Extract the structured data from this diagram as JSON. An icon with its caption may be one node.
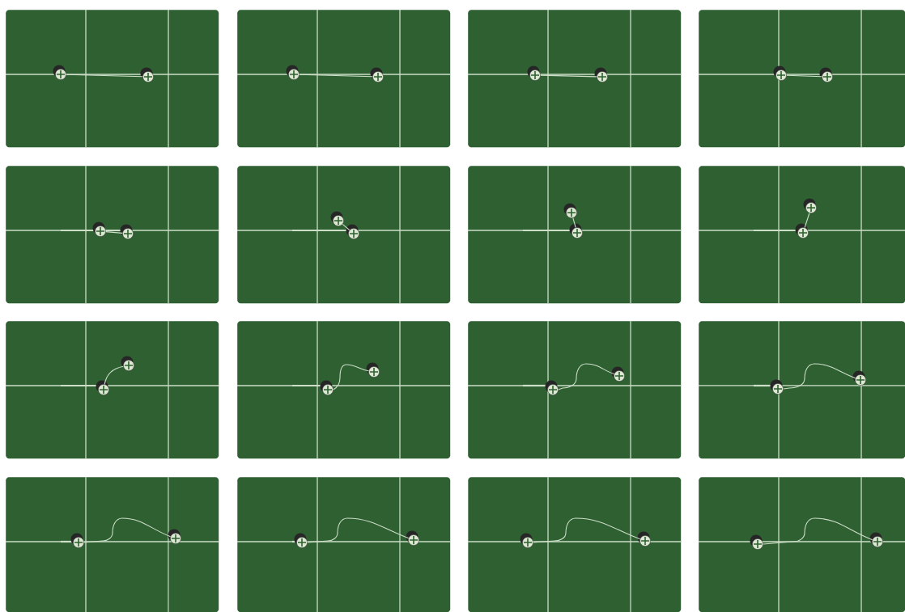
{
  "diagram": {
    "nodes": [
      {
        "text": [],
        "shape": "box"
      },
      {
        "text": [],
        "shape": "circle",
        "in": 0
      },
      {
        "text": [],
        "shape": "circle",
        "in": 0
      },
      {
        "text": [],
        "shape": "box"
      },
      {
        "text": [],
        "shape": "circle",
        "in": 3
      },
      {
        "text": [],
        "shape": "circle",
        "in": 3
      },
      {
        "text": [],
        "shape": "box"
      },
      {
        "text": [],
        "shape": "circle",
        "in": 6
      },
      {
        "text": [],
        "shape": "circle",
        "in": 6
      },
      {
        "text": [],
        "shape": "box"
      },
      {
        "text": [],
        "shape": "circle",
        "in": 9
      },
      {
        "text": [],
        "shape": "circle",
        "in": 9
      },
      {
        "text": [],
        "shape": "box"
      },
      {
        "text": [],
        "shape": "circle",
        "in": 12
      },
      {
        "text": [],
        "shape": "circle",
        "in": 12
      },
      {
        "text": [],
        "shape": "box"
      },
      {
        "text": [],
        "shape": "circle",
        "in": 15
      },
      {
        "text": [],
        "shape": "circle",
        "in": 15
      },
      {
        "text": [],
        "shape": "box"
      },
      {
        "text": [],
        "shape": "circle",
        "in": 18
      },
      {
        "text": [],
        "shape": "circle",
        "in": 18
      },
      {
        "text": [],
        "shape": "box"
      },
      {
        "text": [],
        "shape": "circle",
        "in": 21
      },
      {
        "text": [],
        "shape": "circle",
        "in": 21
      },
      {
        "text": [],
        "shape": "box"
      },
      {
        "text": [],
        "shape": "circle",
        "in": 24
      },
      {
        "text": [],
        "shape": "circle",
        "in": 24
      },
      {
        "text": [],
        "shape": "box"
      },
      {
        "text": [],
        "shape": "circle",
        "in": 27
      },
      {
        "text": [],
        "shape": "circle",
        "in": 27
      },
      {
        "text": [],
        "shape": "box"
      },
      {
        "text": [],
        "shape": "circle",
        "in": 30
      },
      {
        "text": [],
        "shape": "circle",
        "in": 30
      },
      {
        "text": [],
        "shape": "box"
      },
      {
        "text": [],
        "shape": "circle",
        "in": 33
      },
      {
        "text": [],
        "shape": "circle",
        "in": 33
      },
      {
        "text": [],
        "shape": "box"
      },
      {
        "text": [],
        "shape": "circle",
        "in": 36
      },
      {
        "text": [],
        "shape": "circle",
        "in": 36
      },
      {
        "text": [],
        "shape": "box"
      },
      {
        "text": [],
        "shape": "circle",
        "in": 39
      },
      {
        "text": [],
        "shape": "circle",
        "in": 39
      },
      {
        "text": [],
        "shape": "box"
      },
      {
        "text": [],
        "shape": "circle",
        "in": 42
      },
      {
        "text": [],
        "shape": "circle",
        "in": 42
      },
      {
        "text": [],
        "shape": "box"
      },
      {
        "text": [],
        "shape": "circle",
        "in": 45
      },
      {
        "text": [],
        "shape": "circle",
        "in": 45
      }
    ],
    "edges": [
      {
        "from": 1,
        "to": 2,
        "arrow": "none"
      },
      {
        "from": 4,
        "to": 5,
        "arrow": "none"
      },
      {
        "from": 7,
        "to": 8,
        "arrow": "none"
      },
      {
        "from": 10,
        "to": 11,
        "arrow": "none"
      },
      {
        "from": 13,
        "to": 14,
        "arrow": "none"
      },
      {
        "from": 16,
        "to": 17,
        "arrow": "none"
      },
      {
        "from": 19,
        "to": 20,
        "arrow": "none"
      },
      {
        "from": 22,
        "to": 23,
        "arrow": "none"
      },
      {
        "from": 25,
        "to": 26,
        "arrow": "none"
      },
      {
        "from": 28,
        "to": 29,
        "arrow": "none"
      },
      {
        "from": 31,
        "to": 32,
        "arrow": "none"
      },
      {
        "from": 34,
        "to": 35,
        "arrow": "none"
      },
      {
        "from": 37,
        "to": 38,
        "arrow": "none"
      },
      {
        "from": 40,
        "to": 41,
        "arrow": "none"
      },
      {
        "from": 43,
        "to": 44,
        "arrow": "none"
      },
      {
        "from": 46,
        "to": 47,
        "arrow": "none"
      }
    ]
  }
}
